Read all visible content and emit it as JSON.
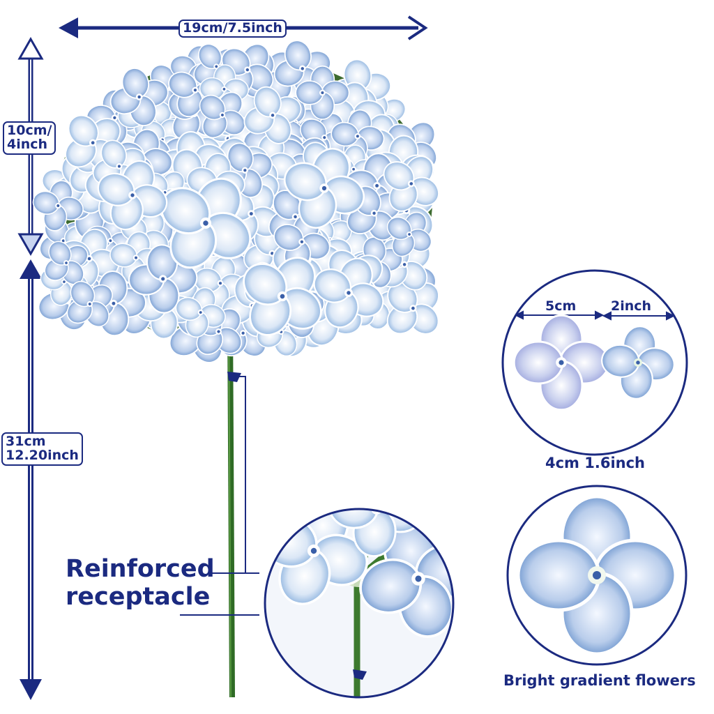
{
  "dimensions": {
    "width_label": "19cm/7.5inch",
    "head_height_line1": "10cm/",
    "head_height_line2": "4inch",
    "stem_length_line1": "31cm",
    "stem_length_line2": "12.20inch"
  },
  "floret_sizes": {
    "large_label": "5cm",
    "small_label": "2inch",
    "caption": "4cm 1.6inch"
  },
  "callouts": {
    "reinforced_line1": "Reinforced",
    "reinforced_line2": "receptacle",
    "gradient_caption": "Bright gradient flowers"
  },
  "colors": {
    "accent_navy": "#1b2a80",
    "petal_blue": "#7fa9d8",
    "petal_light": "#e8f0fa",
    "stem_green": "#3d7a2e"
  }
}
